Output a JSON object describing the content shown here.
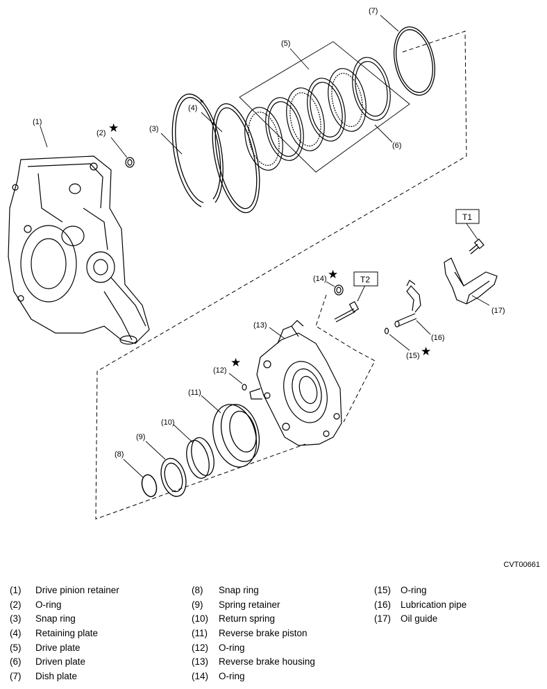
{
  "figure_code": "CVT00661",
  "callouts": [
    {
      "id": "c1",
      "text": "(1)"
    },
    {
      "id": "c2",
      "text": "(2)"
    },
    {
      "id": "c3",
      "text": "(3)"
    },
    {
      "id": "c4",
      "text": "(4)"
    },
    {
      "id": "c5",
      "text": "(5)"
    },
    {
      "id": "c6",
      "text": "(6)"
    },
    {
      "id": "c7",
      "text": "(7)"
    },
    {
      "id": "c8",
      "text": "(8)"
    },
    {
      "id": "c9",
      "text": "(9)"
    },
    {
      "id": "c10",
      "text": "(10)"
    },
    {
      "id": "c11",
      "text": "(11)"
    },
    {
      "id": "c12",
      "text": "(12)"
    },
    {
      "id": "c13",
      "text": "(13)"
    },
    {
      "id": "c14",
      "text": "(14)"
    },
    {
      "id": "c15",
      "text": "(15)"
    },
    {
      "id": "c16",
      "text": "(16)"
    },
    {
      "id": "c17",
      "text": "(17)"
    }
  ],
  "marks": {
    "star": "★",
    "asterisk": "*"
  },
  "torque_labels": {
    "t1": "T1",
    "t2": "T2"
  },
  "legend": [
    [
      {
        "num": "(1)",
        "name": "Drive pinion retainer"
      },
      {
        "num": "(2)",
        "name": "O-ring"
      },
      {
        "num": "(3)",
        "name": "Snap ring"
      },
      {
        "num": "(4)",
        "name": "Retaining plate"
      },
      {
        "num": "(5)",
        "name": "Drive plate"
      },
      {
        "num": "(6)",
        "name": "Driven plate"
      },
      {
        "num": "(7)",
        "name": "Dish plate"
      }
    ],
    [
      {
        "num": "(8)",
        "name": "Snap ring"
      },
      {
        "num": "(9)",
        "name": "Spring retainer"
      },
      {
        "num": "(10)",
        "name": "Return spring"
      },
      {
        "num": "(11)",
        "name": "Reverse brake piston"
      },
      {
        "num": "(12)",
        "name": "O-ring"
      },
      {
        "num": "(13)",
        "name": "Reverse brake housing"
      },
      {
        "num": "(14)",
        "name": "O-ring"
      }
    ],
    [
      {
        "num": "(15)",
        "name": "O-ring"
      },
      {
        "num": "(16)",
        "name": "Lubrication pipe"
      },
      {
        "num": "(17)",
        "name": "Oil guide"
      }
    ]
  ]
}
